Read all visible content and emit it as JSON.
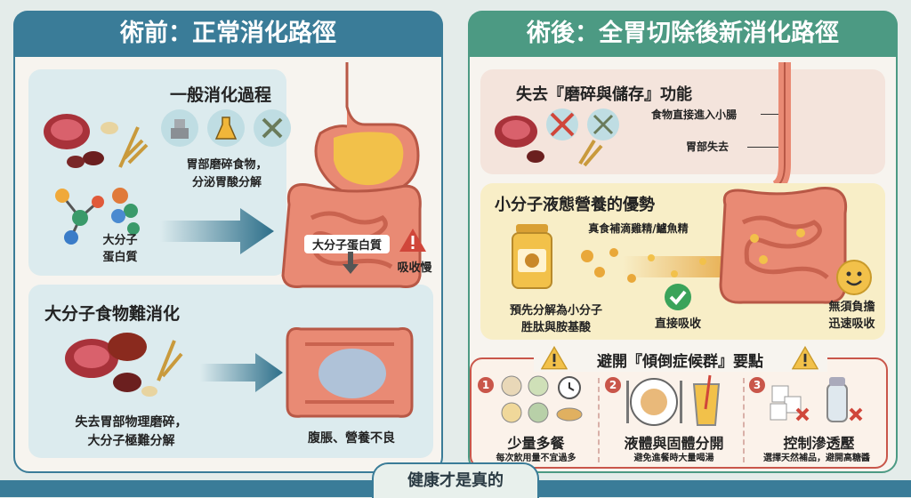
{
  "left": {
    "title": "術前：正常消化路徑",
    "general": {
      "title": "一般消化過程",
      "stomach_desc_1": "胃部磨碎食物，",
      "stomach_desc_2": "分泌胃酸分解",
      "macro_1": "大分子",
      "macro_2": "蛋白質",
      "label_protein": "大分子蛋白質",
      "label_slow": "吸收慢"
    },
    "difficult": {
      "title": "大分子食物難消化",
      "desc_1": "失去胃部物理磨碎，",
      "desc_2": "大分子極難分解",
      "result": "腹脹、營養不良"
    }
  },
  "right": {
    "title": "術後：全胃切除後新消化路徑",
    "loss": {
      "title": "失去『磨碎與儲存』功能",
      "label_direct": "食物直接進入小腸",
      "label_lost": "胃部失去"
    },
    "advantage": {
      "title": "小分子液態營養的優勢",
      "product": "真食補滴雞精/鱸魚精",
      "desc_1": "預先分解為小分子",
      "desc_2": "胜肽與胺基酸",
      "direct": "直接吸收",
      "result_1": "無須負擔",
      "result_2": "迅速吸收"
    },
    "dumping": {
      "title": "避開『傾倒症候群』要點",
      "tips": [
        {
          "num": "1",
          "title": "少量多餐",
          "desc": "每次飲用量不宜過多"
        },
        {
          "num": "2",
          "title": "液體與固體分開",
          "desc": "避免進餐時大量喝湯"
        },
        {
          "num": "3",
          "title": "控制滲透壓",
          "desc": "選擇天然補品，避開高糖醬"
        }
      ]
    }
  },
  "footer": {
    "text": "健康才是真的"
  },
  "colors": {
    "left_header": "#3a7c98",
    "right_header": "#4c9a83",
    "intestine": "#e98a74",
    "warning": "#d0463a",
    "check": "#3aa35a"
  }
}
